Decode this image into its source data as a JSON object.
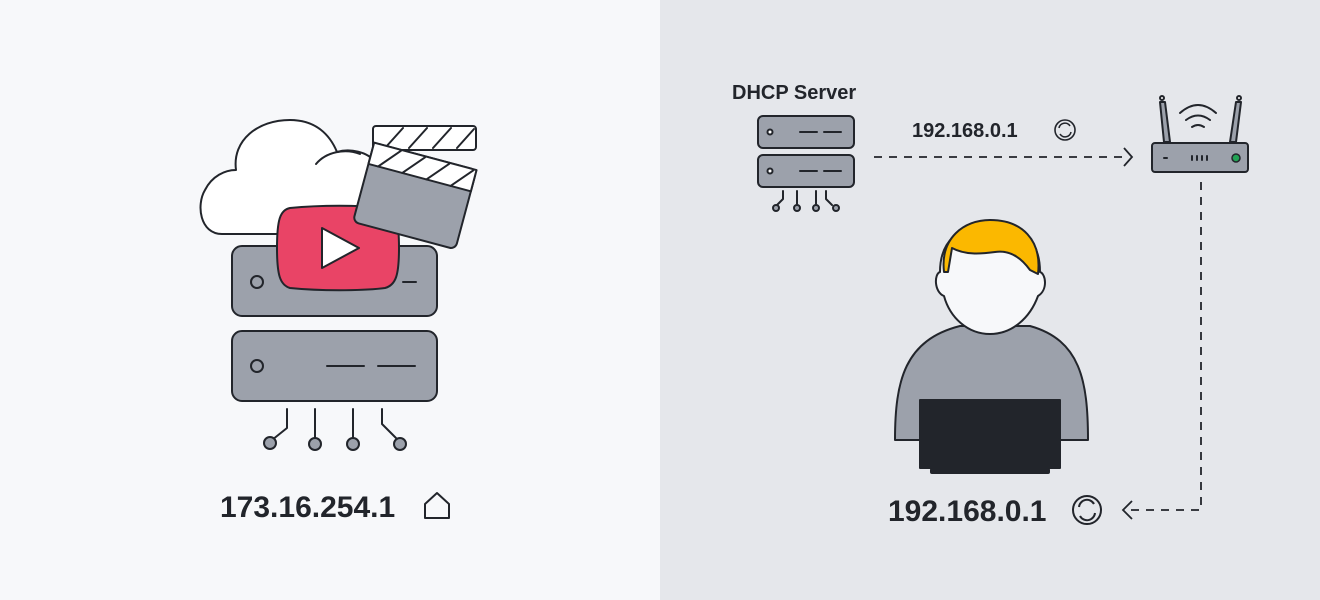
{
  "left_panel": {
    "ip_label": "173.16.254.1",
    "ip_icon": "home-icon",
    "illustration_icons": [
      "cloud-icon",
      "video-play-icon",
      "clapperboard-icon",
      "server-icon"
    ]
  },
  "right_panel": {
    "server_title": "DHCP Server",
    "assigned_ip_label": "192.168.0.1",
    "assigned_ip_icon": "refresh-icon",
    "client_ip_label": "192.168.0.1",
    "client_ip_icon": "refresh-icon",
    "illustration_icons": [
      "server-icon",
      "router-icon",
      "user-with-laptop-icon"
    ]
  },
  "colors": {
    "left_background": "#f7f8fa",
    "right_background": "#e5e7eb",
    "device_gray": "#9ca1ab",
    "outline": "#22252b",
    "video_red": "#e94466",
    "hair_yellow": "#fbb800",
    "led_green": "#22a355"
  }
}
